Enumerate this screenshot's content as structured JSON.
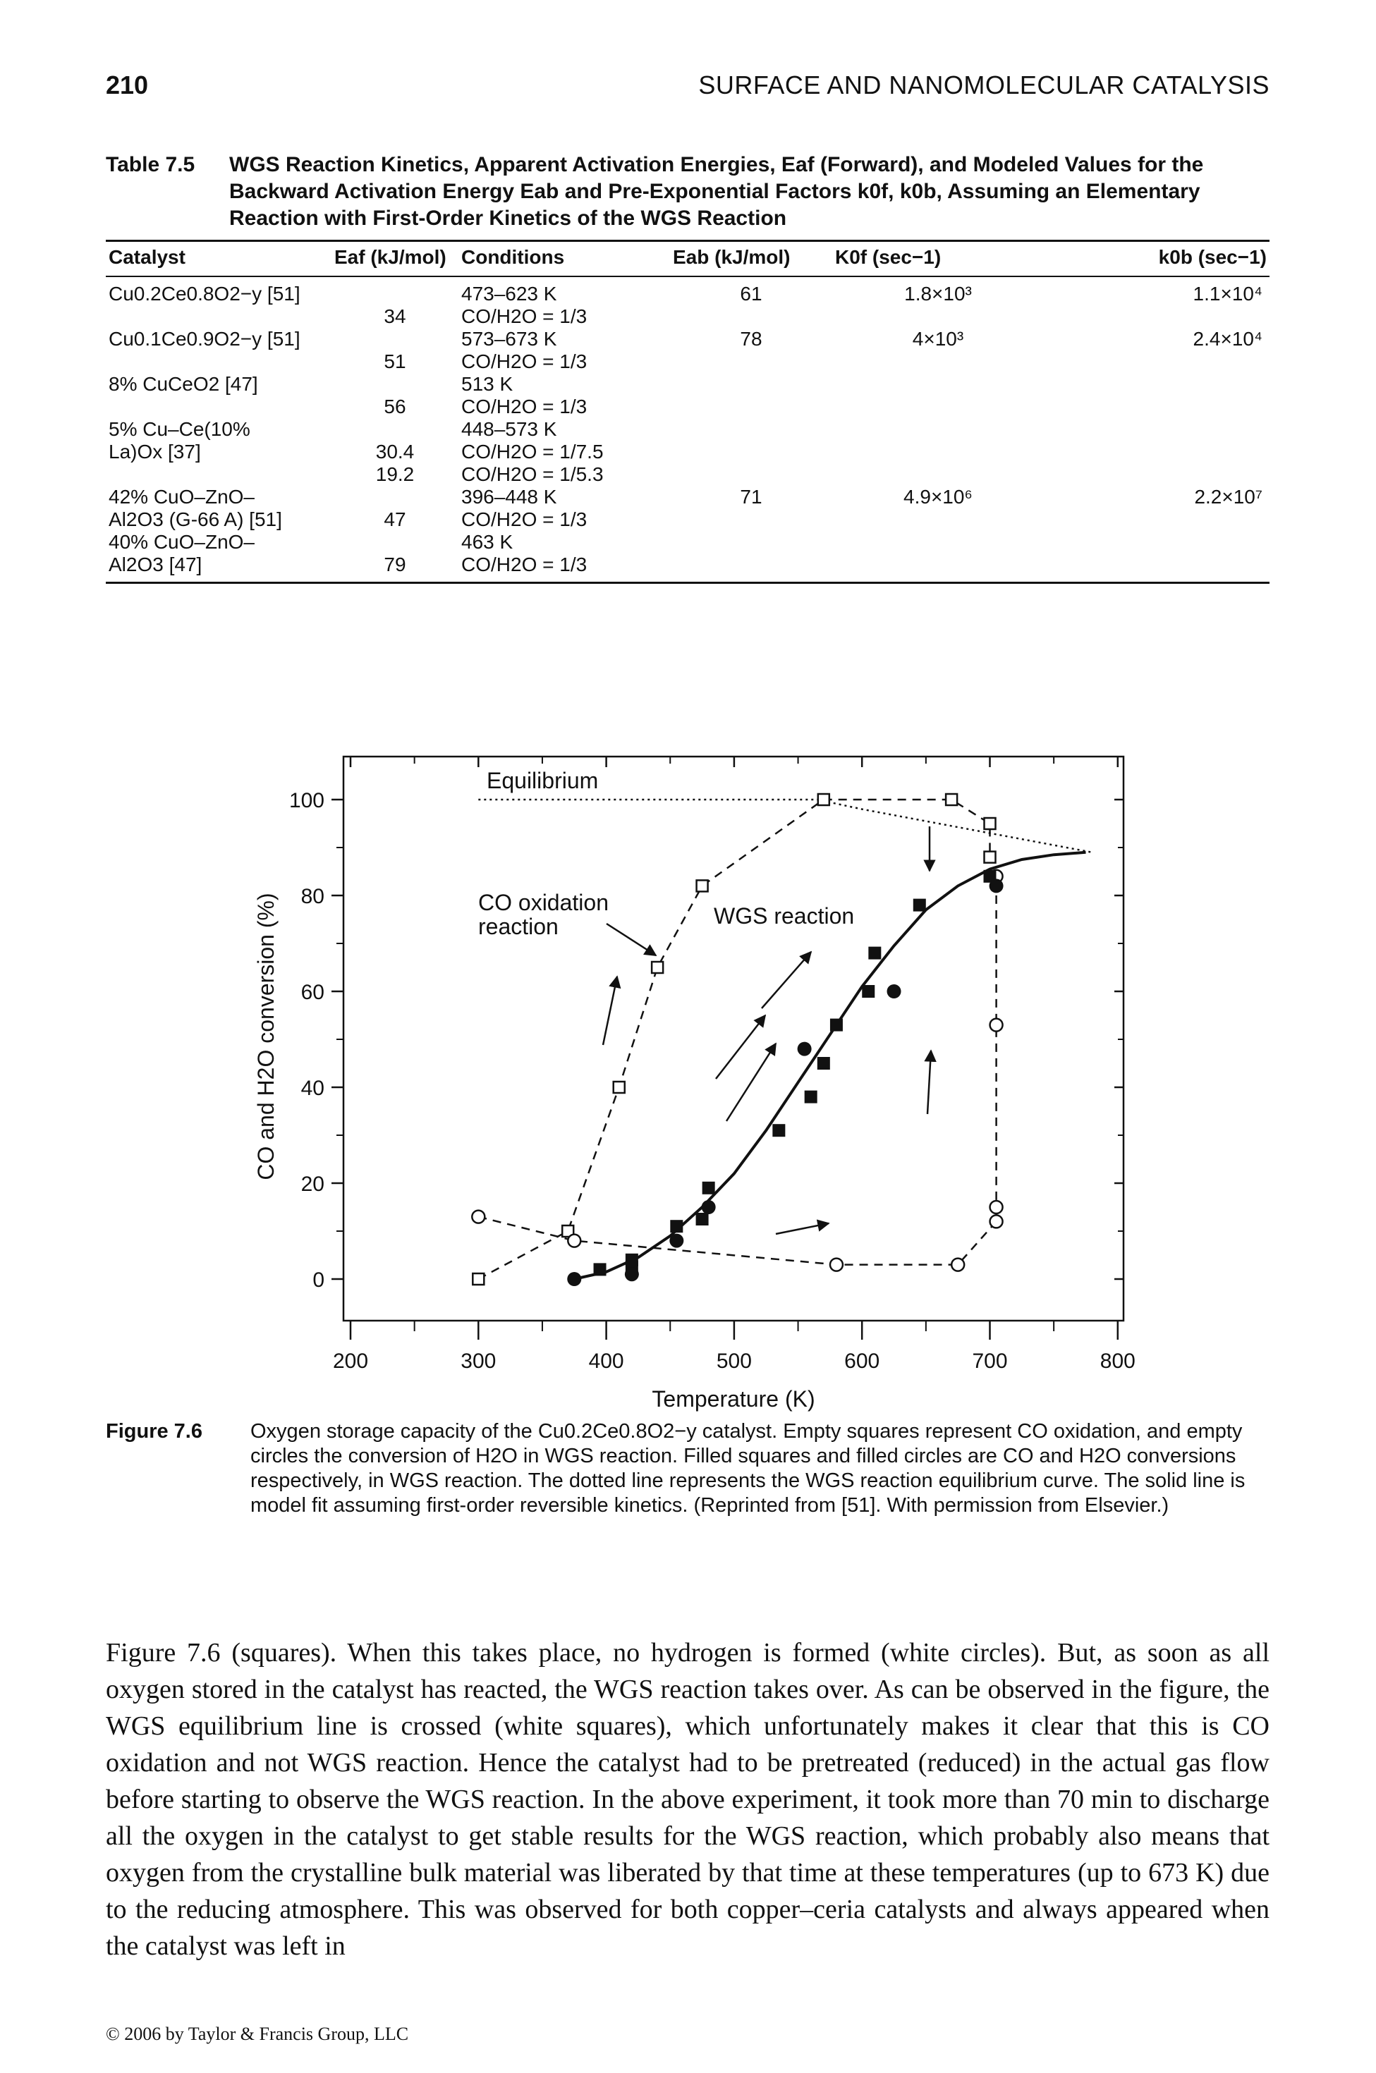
{
  "header": {
    "page_number": "210",
    "running_title": "SURFACE AND NANOMOLECULAR CATALYSIS"
  },
  "table": {
    "label": "Table 7.5",
    "caption": "WGS Reaction Kinetics, Apparent Activation Energies, Eaf (Forward), and Modeled Values for the Backward Activation Energy Eab and Pre-Exponential Factors k0f, k0b, Assuming an Elementary Reaction with First-Order Kinetics of the WGS Reaction",
    "columns": [
      "Catalyst",
      "Eaf (kJ/mol)",
      "Conditions",
      "Eab (kJ/mol)",
      "K0f (sec−1)",
      "k0b (sec−1)"
    ],
    "rows": [
      {
        "catalyst": "Cu0.2Ce0.8O2−y [51]",
        "eaf": "34",
        "conditions": "473–623 K\nCO/H2O = 1/3",
        "eab": "61",
        "k0f": "1.8×10³",
        "k0b": "1.1×10⁴"
      },
      {
        "catalyst": "Cu0.1Ce0.9O2−y [51]",
        "eaf": "51",
        "conditions": "573–673 K\nCO/H2O = 1/3",
        "eab": "78",
        "k0f": "4×10³",
        "k0b": "2.4×10⁴"
      },
      {
        "catalyst": "8% CuCeO2 [47]",
        "eaf": "56",
        "conditions": "513 K\nCO/H2O = 1/3",
        "eab": "",
        "k0f": "",
        "k0b": ""
      },
      {
        "catalyst": "5% Cu–Ce(10%\nLa)Ox [37]",
        "eaf": "30.4\n19.2",
        "conditions": "448–573 K\nCO/H2O = 1/7.5\nCO/H2O = 1/5.3",
        "eab": "",
        "k0f": "",
        "k0b": ""
      },
      {
        "catalyst": "42% CuO–ZnO–\nAl2O3 (G-66 A) [51]",
        "eaf": "47",
        "conditions": "396–448 K\nCO/H2O = 1/3",
        "eab": "71",
        "k0f": "4.9×10⁶",
        "k0b": "2.2×10⁷"
      },
      {
        "catalyst": "40% CuO–ZnO–\nAl2O3 [47]",
        "eaf": "79",
        "conditions": "463 K\nCO/H2O = 1/3",
        "eab": "",
        "k0f": "",
        "k0b": ""
      }
    ]
  },
  "figure": {
    "label": "Figure 7.6",
    "caption": "Oxygen storage capacity of the Cu0.2Ce0.8O2−y catalyst. Empty squares represent CO oxidation, and empty circles the conversion of H2O in WGS reaction. Filled squares and filled circles are CO and H2O conversions respectively, in WGS reaction. The dotted line represents the WGS reaction equilibrium curve. The solid line is model fit assuming first-order reversible kinetics. (Reprinted from [51]. With permission from Elsevier.)"
  },
  "chart_data": {
    "type": "scatter",
    "xlabel": "Temperature (K)",
    "ylabel": "CO and H2O conversion (%)",
    "xlim": [
      200,
      800
    ],
    "ylim": [
      -10,
      110
    ],
    "x_ticks": [
      200,
      300,
      400,
      500,
      600,
      700,
      800
    ],
    "y_ticks": [
      0,
      20,
      40,
      60,
      80,
      100
    ],
    "grid": false,
    "annotations": [
      "Equilibrium",
      "CO oxidation reaction",
      "WGS reaction"
    ],
    "series": [
      {
        "marker": "open-square",
        "style": "dashed",
        "points": [
          [
            300,
            0
          ],
          [
            370,
            10
          ],
          [
            410,
            40
          ],
          [
            440,
            65
          ],
          [
            475,
            82
          ],
          [
            570,
            100
          ],
          [
            670,
            100
          ],
          [
            700,
            95
          ],
          [
            700,
            88
          ]
        ]
      },
      {
        "marker": "open-circle",
        "style": "dashed",
        "points": [
          [
            300,
            13
          ],
          [
            375,
            8
          ],
          [
            580,
            3
          ],
          [
            675,
            3
          ],
          [
            705,
            12
          ],
          [
            705,
            15
          ],
          [
            705,
            53
          ],
          [
            705,
            84
          ]
        ]
      },
      {
        "marker": "filled-square",
        "points": [
          [
            395,
            2
          ],
          [
            420,
            2.5
          ],
          [
            420,
            4
          ],
          [
            455,
            11
          ],
          [
            475,
            12.5
          ],
          [
            480,
            19
          ],
          [
            535,
            31
          ],
          [
            560,
            38
          ],
          [
            570,
            45
          ],
          [
            580,
            53
          ],
          [
            605,
            60
          ],
          [
            610,
            68
          ],
          [
            645,
            78
          ],
          [
            700,
            84
          ]
        ]
      },
      {
        "marker": "filled-circle",
        "points": [
          [
            375,
            0
          ],
          [
            420,
            1
          ],
          [
            455,
            8
          ],
          [
            480,
            15
          ],
          [
            555,
            48
          ],
          [
            625,
            60
          ],
          [
            705,
            82
          ]
        ]
      },
      {
        "name": "Equilibrium",
        "style": "dotted",
        "points": [
          [
            300,
            100
          ],
          [
            500,
            100
          ],
          [
            565,
            100
          ],
          [
            600,
            98
          ],
          [
            700,
            93
          ],
          [
            780,
            89
          ]
        ]
      },
      {
        "style": "solid",
        "points": [
          [
            375,
            0
          ],
          [
            400,
            1.5
          ],
          [
            425,
            4.5
          ],
          [
            450,
            9
          ],
          [
            475,
            15
          ],
          [
            500,
            22
          ],
          [
            525,
            31
          ],
          [
            550,
            41
          ],
          [
            575,
            51
          ],
          [
            600,
            61
          ],
          [
            625,
            69.5
          ],
          [
            650,
            77
          ],
          [
            675,
            82
          ],
          [
            700,
            85.5
          ],
          [
            725,
            87.5
          ],
          [
            750,
            88.5
          ],
          [
            775,
            89
          ]
        ]
      }
    ]
  },
  "body": "Figure 7.6 (squares). When this takes place, no hydrogen is formed (white circles). But, as soon as all oxygen stored in the catalyst has reacted, the WGS reaction takes over. As can be observed in the figure, the WGS equilibrium line is crossed (white squares), which unfortunately makes it clear that this is CO oxidation and not WGS reaction. Hence the catalyst had to be pretreated (reduced) in the actual gas flow before starting to observe the WGS reaction. In the above experiment, it took more than 70 min to discharge all the oxygen in the catalyst to get stable results for the WGS reaction, which probably also means that oxygen from the crystalline bulk material was liberated by that time at these temperatures (up to 673 K) due to the reducing atmosphere. This was observed for both copper–ceria catalysts and always appeared when the catalyst was left in",
  "footer": "© 2006 by Taylor & Francis Group, LLC"
}
